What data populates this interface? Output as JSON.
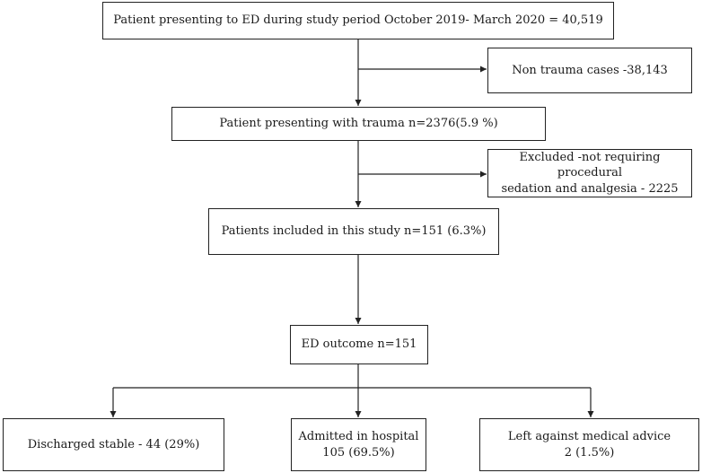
{
  "flowchart": {
    "start": "Patient presenting to ED during study period October 2019- March 2020 = 40,519",
    "non_trauma": "Non trauma cases -38,143",
    "trauma": "Patient presenting with trauma n=2376(5.9 %)",
    "excluded_line1": "Excluded -not requiring procedural",
    "excluded_line2": "sedation and analgesia - 2225",
    "included": "Patients included in this study n=151 (6.3%)",
    "ed_outcome": "ED outcome n=151",
    "discharged": "Discharged stable - 44 (29%)",
    "admitted_line1": "Admitted in hospital",
    "admitted_line2": "105 (69.5%)",
    "lama_line1": "Left against medical advice",
    "lama_line2": "2 (1.5%)"
  }
}
